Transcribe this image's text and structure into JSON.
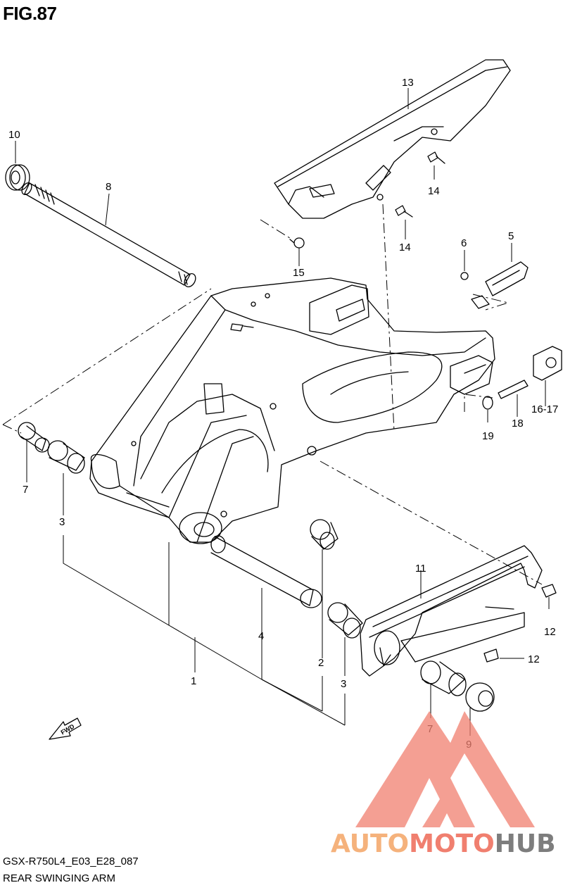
{
  "figure": {
    "title": "FIG.87",
    "code": "GSX-R750L4_E03_E28_087",
    "name": "REAR SWINGING ARM"
  },
  "callouts": {
    "c1": "1",
    "c2": "2",
    "c3a": "3",
    "c3b": "3",
    "c4": "4",
    "c5": "5",
    "c6": "6",
    "c7a": "7",
    "c7b": "7",
    "c8": "8",
    "c9": "9",
    "c10": "10",
    "c11": "11",
    "c12a": "12",
    "c12b": "12",
    "c13": "13",
    "c14a": "14",
    "c14b": "14",
    "c15": "15",
    "c1617": "16-17",
    "c18": "18",
    "c19": "19"
  },
  "direction_arrow": {
    "label": "FWD"
  },
  "watermark": {
    "text_part1": "AUTO",
    "text_part2": "MOTO",
    "text_part3": "HUB",
    "colors": {
      "auto": "#f5b27c",
      "moto": "#f07f6f",
      "hub": "#7d7d7d",
      "logo": "#f07f6f"
    }
  },
  "colors": {
    "line": "#000000",
    "background": "#ffffff"
  }
}
